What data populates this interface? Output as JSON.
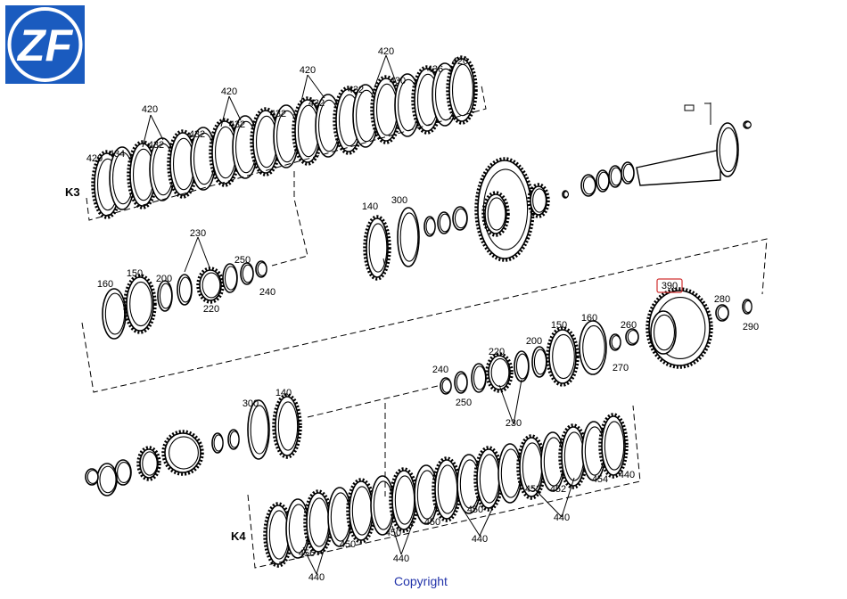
{
  "logo": {
    "text": "ZF",
    "color": "#1a5bbf"
  },
  "copyright": "Copyright",
  "highlight_color": "#d03030",
  "groups": {
    "k3": "K3",
    "k4": "K4"
  },
  "callouts": {
    "k3_top": [
      "420",
      "434",
      "432",
      "420",
      "432",
      "420",
      "432",
      "432",
      "420",
      "432",
      "432",
      "420",
      "430",
      "436",
      "420"
    ],
    "mid1": [
      "140",
      "300",
      "160",
      "150",
      "200",
      "230",
      "220",
      "250",
      "240"
    ],
    "mid2": [
      "390",
      "280",
      "290",
      "260",
      "270",
      "160",
      "150",
      "200",
      "220",
      "240",
      "250",
      "230"
    ],
    "lower": [
      "300",
      "140"
    ],
    "k4": [
      "440",
      "454",
      "452",
      "440",
      "452",
      "450",
      "440",
      "450",
      "450",
      "440",
      "450",
      "456",
      "440"
    ]
  }
}
